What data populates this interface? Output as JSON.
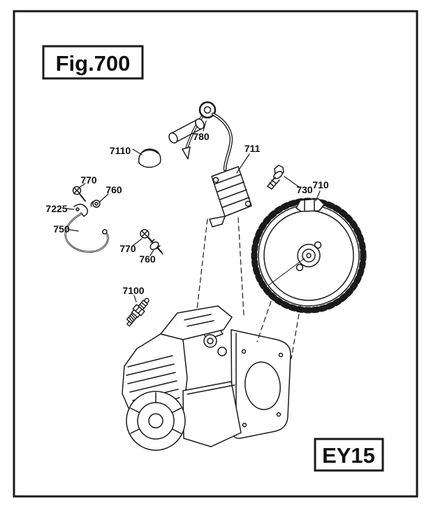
{
  "figure": {
    "title": "Fig.700",
    "model": "EY15"
  },
  "part_labels": [
    {
      "text": "780"
    },
    {
      "text": "7110"
    },
    {
      "text": "711"
    },
    {
      "text": "770"
    },
    {
      "text": "760"
    },
    {
      "text": "7225"
    },
    {
      "text": "750"
    },
    {
      "text": "770"
    },
    {
      "text": "760"
    },
    {
      "text": "730"
    },
    {
      "text": "710"
    },
    {
      "text": "7100"
    }
  ],
  "colors": {
    "line": "#1a1a1a",
    "background": "#ffffff"
  }
}
